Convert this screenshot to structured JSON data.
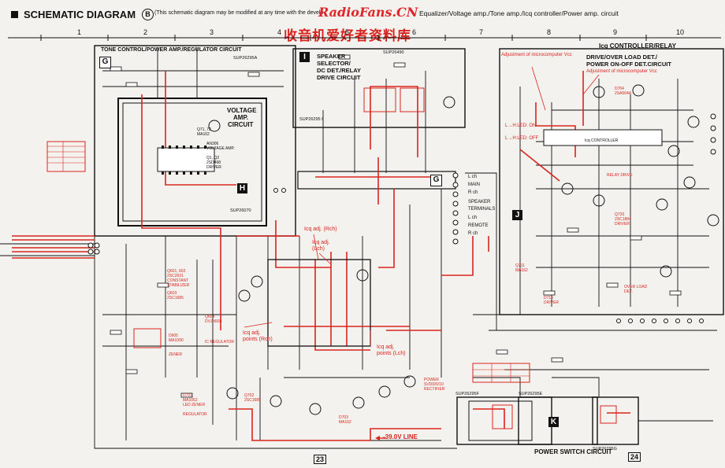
{
  "header": {
    "title": "SCHEMATIC DIAGRAM",
    "circle_letter": "B",
    "note": "(This schematic diagram may be modified at any time with the develo",
    "watermark": "RadioFans.CN",
    "caption": "Equalizer/Voltage amp./Tone amp./Icq controller/Power amp. circuit"
  },
  "watermark_cn": "收音机爱好者资料库",
  "ruler": [
    "1",
    "2",
    "3",
    "4",
    "5",
    "6",
    "7",
    "8",
    "9",
    "10"
  ],
  "blocks": {
    "tone": {
      "title": "TONE CONTROL/POWER AMP./REGULATOR CIRCUIT",
      "part": "SUP26295A",
      "letter": "G"
    },
    "voltage": {
      "title_l1": "VOLTAGE",
      "title_l2": "AMP.",
      "title_l3": "CIRCUIT",
      "letter": "H",
      "part": "SUP26070"
    },
    "speaker": {
      "letter": "I",
      "title_l1": "SPEAKER",
      "title_l2": "SELECTOR/",
      "title_l3": "DC DET./RELAY",
      "title_l4": "DRIVE CIRCUIT",
      "part": "SUP26490"
    },
    "icq": {
      "title": "Icq CONTROLLER/RELAY",
      "title2_l1": "DRIVE/OVER LOAD DET./",
      "title2_l2": "POWER ON-OFF DET.CIRCUIT",
      "letter": "J"
    },
    "power_switch": {
      "title": "POWER SWITCH CIRCUIT",
      "letter": "K",
      "part_a": "SUP26295F",
      "part_b": "SUP26295E",
      "part_c": "SUP26295G"
    }
  },
  "terminals": {
    "l1": "L ch",
    "l2": "MAIN",
    "l3": "R ch",
    "l4": "SPEAKER",
    "l5": "TERMINALS",
    "l6": "L ch",
    "l7": "REMOTE",
    "l8": "R ch",
    "part": "SUP26295 I",
    "g_letter": "G"
  },
  "red_labels": {
    "adj1": "Adjustment of microcomputer Vcc",
    "adj2": "Adjustment of microcomputer Vcc",
    "icq_r": "Icq adj. (Rch)",
    "icq_l_l1": "Icq adj.",
    "icq_l_l2": "(Lch)",
    "icq_pts_r_l1": "Icq adj.",
    "icq_pts_r_l2": "points (Rch)",
    "icq_pts_l_l1": "Icq adj.",
    "icq_pts_l_l2": "points (Lch)",
    "line": "-39.0V LINE",
    "led_on": "L→H:LED: ON",
    "led_off": "L→H:LED: OFF",
    "ic_ctrl": "Icq CONTROLLER"
  },
  "components": [
    "Q71, 72",
    "MA162",
    "AN306",
    "VOLTAGE AMP.",
    "Q1, Q2",
    "2SD468",
    "DRIVER",
    "Q601, 602",
    "2SC2631",
    "CONSTANT",
    "STABILIZER",
    "Q603",
    "2SC1685",
    "Q604",
    "DVJN568",
    "D605",
    "MA1090",
    "IC REGULATOR",
    "ZENER",
    "D701",
    "MA1062",
    "LED ZENER",
    "Q702",
    "2SC1685",
    "D703",
    "MA162",
    "REGULATOR",
    "Q711",
    "MA162",
    "D715",
    "DRIVER",
    "RELAY DRIVE",
    "POWER",
    "SVD93V10",
    "RECTIFIER",
    "D704",
    "2SA564A",
    "Q720",
    "2SC1884",
    "DRIVER",
    "OVER LOAD",
    "DET."
  ],
  "page_nums": {
    "left": "23",
    "right": "24"
  }
}
